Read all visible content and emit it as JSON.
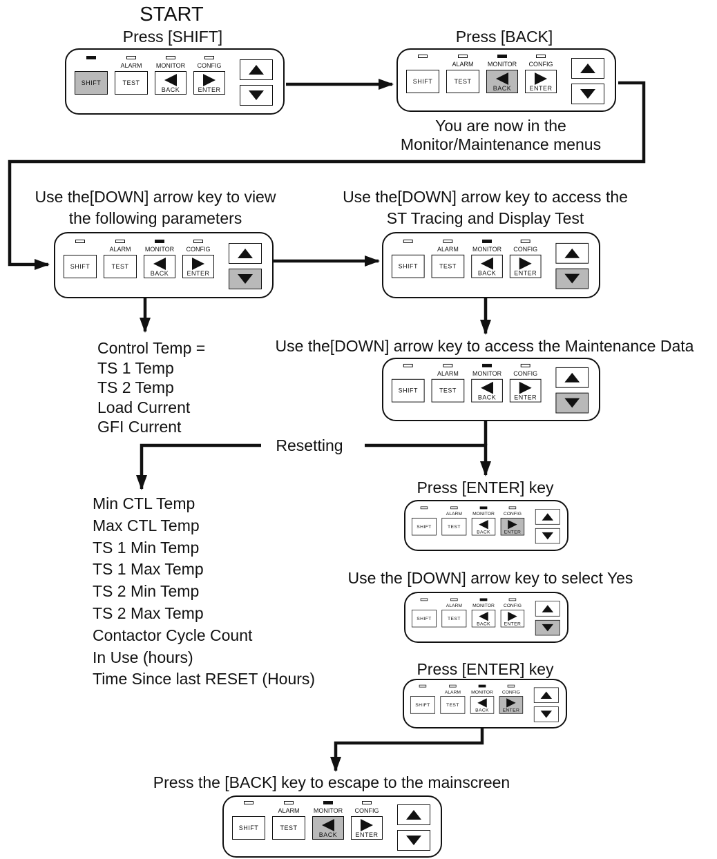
{
  "texts": {
    "start": "START",
    "press_shift": "Press [SHIFT]",
    "press_back": "Press [BACK]",
    "now_in_1": "You are now in the",
    "now_in_2": "Monitor/Maintenance menus",
    "use_down_view_1": "Use the[DOWN] arrow key to view",
    "use_down_view_2": "the following parameters",
    "use_down_st_1": "Use the[DOWN] arrow key to access the",
    "use_down_st_2": "ST Tracing and Display Test",
    "use_down_maint": "Use the[DOWN] arrow key to access the Maintenance Data",
    "resetting": "Resetting",
    "press_enter_1": "Press [ENTER] key",
    "use_down_yes": "Use the [DOWN] arrow key to select Yes",
    "press_enter_2": "Press [ENTER] key",
    "press_back_escape": "Press the [BACK] key to escape to the mainscreen"
  },
  "parameters": [
    "Control Temp =",
    "TS 1 Temp",
    "TS 2 Temp",
    "Load Current",
    "GFI Current"
  ],
  "maintenance_data": [
    "Min CTL Temp",
    "Max CTL Temp",
    "TS 1 Min Temp",
    "TS 1 Max Temp",
    "TS 2 Min Temp",
    "TS 2 Max Temp",
    "Contactor Cycle Count",
    "In Use (hours)",
    "Time Since last RESET (Hours)"
  ],
  "keypad": {
    "shift": "SHIFT",
    "test": "TEST",
    "alarm": "ALARM",
    "monitor": "MONITOR",
    "config": "CONFIG",
    "back": "BACK",
    "enter": "ENTER"
  },
  "colors": {
    "highlight": "#b9b9b9",
    "line": "#111111"
  },
  "panels": [
    {
      "step": "press-shift",
      "lit": "shift"
    },
    {
      "step": "press-back",
      "lit": "back"
    },
    {
      "step": "view-parameters",
      "lit": "down"
    },
    {
      "step": "st-tracing",
      "lit": "down"
    },
    {
      "step": "maintenance-data",
      "lit": "down"
    },
    {
      "step": "press-enter-1",
      "lit": "enter"
    },
    {
      "step": "select-yes",
      "lit": "down"
    },
    {
      "step": "press-enter-2",
      "lit": "enter"
    },
    {
      "step": "escape-mainscreen",
      "lit": "back"
    }
  ]
}
